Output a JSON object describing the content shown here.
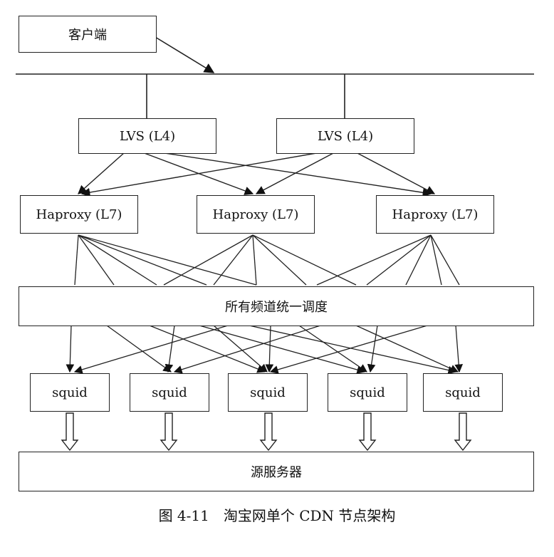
{
  "nodes": {
    "client": "客户端",
    "lvs": [
      "LVS (L4)",
      "LVS (L4)"
    ],
    "haproxy": [
      "Haproxy (L7)",
      "Haproxy (L7)",
      "Haproxy (L7)"
    ],
    "scheduler": "所有频道统一调度",
    "squid": [
      "squid",
      "squid",
      "squid",
      "squid",
      "squid"
    ],
    "origin": "源服务器"
  },
  "caption": "图 4-11　淘宝网单个 CDN 节点架构"
}
